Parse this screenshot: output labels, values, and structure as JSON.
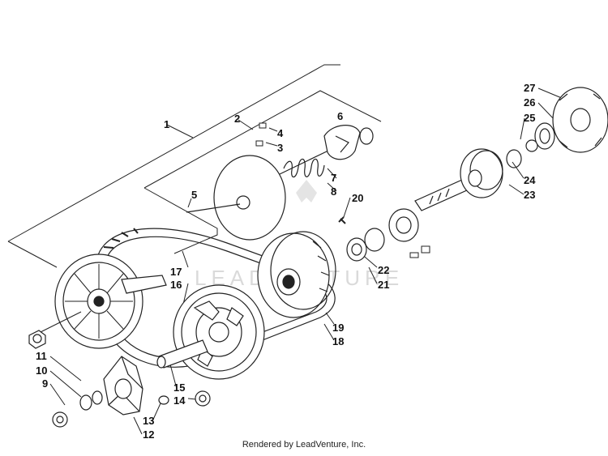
{
  "diagram": {
    "watermark_text": "LEADVENTURE",
    "footer_text": "Rendered by LeadVenture, Inc.",
    "callouts": [
      "1",
      "2",
      "3",
      "4",
      "5",
      "6",
      "7",
      "8",
      "9",
      "10",
      "11",
      "12",
      "13",
      "14",
      "15",
      "16",
      "17",
      "18",
      "19",
      "20",
      "21",
      "22",
      "23",
      "24",
      "25",
      "26",
      "27"
    ]
  }
}
